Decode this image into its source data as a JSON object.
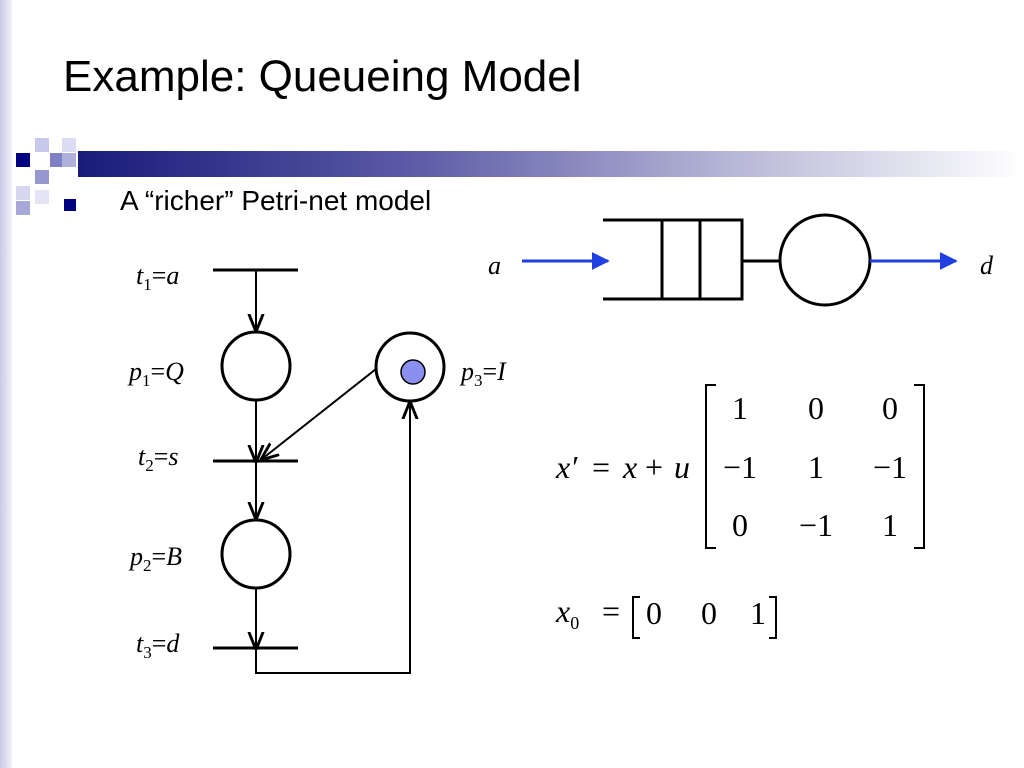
{
  "slide": {
    "title": "Example: Queueing Model",
    "bullet": "A “richer” Petri-net model"
  },
  "petri_net": {
    "transitions": [
      {
        "sym": "t",
        "sub": "1",
        "eq": "=",
        "val": "a"
      },
      {
        "sym": "t",
        "sub": "2",
        "eq": "=",
        "val": "s"
      },
      {
        "sym": "t",
        "sub": "3",
        "eq": "=",
        "val": "d"
      }
    ],
    "places": [
      {
        "sym": "p",
        "sub": "1",
        "eq": "=",
        "val": "Q",
        "tokens": 0
      },
      {
        "sym": "p",
        "sub": "2",
        "eq": "=",
        "val": "B",
        "tokens": 0
      },
      {
        "sym": "p",
        "sub": "3",
        "eq": "=",
        "val": "I",
        "tokens": 1
      }
    ]
  },
  "queue_diagram": {
    "arrival": "a",
    "departure": "d",
    "arrow_color": "#1f3fe0"
  },
  "equations": {
    "state_eq": {
      "lhs": "x′",
      "eq": "=",
      "x": "x",
      "plus": "+",
      "u": "u"
    },
    "matrix": [
      [
        "1",
        "0",
        "0"
      ],
      [
        "−1",
        "1",
        "−1"
      ],
      [
        "0",
        "−1",
        "1"
      ]
    ],
    "initial": {
      "sym": "x",
      "sub": "0",
      "eq": "=",
      "values": [
        "0",
        "0",
        "1"
      ]
    }
  },
  "colors": {
    "title_bar_start": "#1a1a7a",
    "bullet": "#000080",
    "token": "#8a8ff0"
  }
}
